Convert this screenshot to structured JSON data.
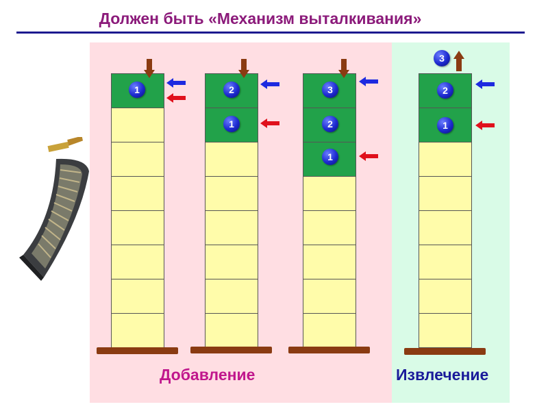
{
  "title": "Должен быть «Механизм выталкивания»",
  "label_add": "Добавление",
  "label_extract": "Извлечение",
  "balls": {
    "c1_1": "1",
    "c2_2": "2",
    "c2_1": "1",
    "c3_3": "3",
    "c3_2": "2",
    "c3_1": "1",
    "c4_3": "3",
    "c4_2": "2",
    "c4_1": "1"
  },
  "icons": {
    "push_down": "brown-down-arrow-icon",
    "pop_up": "brown-up-arrow-icon",
    "top_pointer": "blue-left-arrow-icon",
    "element_pointer": "red-left-arrow-icon",
    "illustration": "rifle-magazine-with-cartridge"
  },
  "colors": {
    "title": "#8b1a7a",
    "title_rule": "#1c1a8f",
    "add_area": "#ffdee3",
    "extract_area": "#d9fbe7",
    "empty_cell": "#fffcaa",
    "filled_cell": "#22a24a",
    "ball": "#1d2ad0",
    "base": "#8a3b12",
    "add_label": "#c0168c",
    "extract_label": "#1a1a9a"
  },
  "stacks": [
    {
      "filled_cells": 1,
      "total_cells": 8
    },
    {
      "filled_cells": 2,
      "total_cells": 8
    },
    {
      "filled_cells": 3,
      "total_cells": 8
    },
    {
      "filled_cells": 2,
      "total_cells": 8
    }
  ]
}
